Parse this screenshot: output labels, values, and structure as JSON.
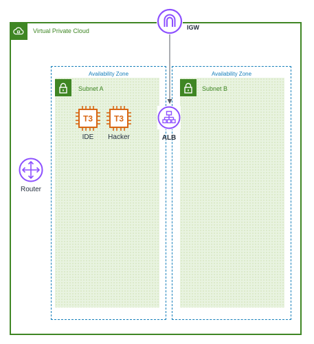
{
  "vpc": {
    "label": "Virtual Private Cloud",
    "icon": "cloud-icon",
    "color": "#3f8624"
  },
  "availability_zones": [
    {
      "label": "Availability Zone",
      "color": "#147eba"
    },
    {
      "label": "Availability Zone",
      "color": "#147eba"
    }
  ],
  "subnets": [
    {
      "label": "Subnet A",
      "icon": "lock-icon",
      "color": "#3f8624"
    },
    {
      "label": "Subnet B",
      "icon": "lock-icon",
      "color": "#3f8624"
    }
  ],
  "igw": {
    "label": "IGW",
    "icon": "internet-gateway-icon",
    "color": "#8c4fff"
  },
  "alb": {
    "label": "ALB",
    "icon": "load-balancer-icon",
    "color": "#8c4fff"
  },
  "router": {
    "label": "Router",
    "icon": "router-icon",
    "color": "#8c4fff"
  },
  "instances": [
    {
      "chip_text": "T3",
      "label": "IDE",
      "icon": "ec2-instance-icon",
      "color": "#d86613"
    },
    {
      "chip_text": "T3",
      "label": "Hacker",
      "icon": "ec2-instance-icon",
      "color": "#d86613"
    }
  ],
  "connections": [
    {
      "from": "IGW",
      "to": "ALB"
    }
  ]
}
